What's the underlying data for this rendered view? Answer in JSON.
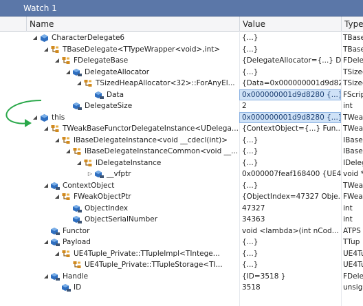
{
  "window": {
    "title": "Watch 1"
  },
  "columns": {
    "name": "Name",
    "value": "Value",
    "type": "Type"
  },
  "rows": [
    {
      "depth": 0,
      "expander": "expanded",
      "icon": "variable-icon",
      "name": "CharacterDelegate6",
      "value": "{...}",
      "type": "TBase"
    },
    {
      "depth": 1,
      "expander": "expanded",
      "icon": "base-class-icon",
      "name": "TBaseDelegate<TTypeWrapper<void>,int>",
      "value": "{...}",
      "type": "TBase"
    },
    {
      "depth": 2,
      "expander": "expanded",
      "icon": "base-class-icon",
      "name": "FDelegateBase",
      "value": "{DelegateAllocator={...} Deleg",
      "type": "FDele"
    },
    {
      "depth": 3,
      "expander": "expanded",
      "icon": "field-icon",
      "name": "DelegateAllocator",
      "value": "{...}",
      "type": "TSized"
    },
    {
      "depth": 4,
      "expander": "expanded",
      "icon": "base-class-icon",
      "name": "TSizedHeapAllocator<32>::ForAnyEl...",
      "value": "{Data=0x000000001d9d82...",
      "type": "TSized"
    },
    {
      "depth": 5,
      "expander": "none",
      "icon": "field-icon",
      "name": "Data",
      "value": "0x000000001d9d8280 {...}",
      "type": "FScript",
      "selected": true
    },
    {
      "depth": 3,
      "expander": "none",
      "icon": "field-icon",
      "name": "DelegateSize",
      "value": "2",
      "type": "int"
    },
    {
      "depth": 0,
      "expander": "expanded",
      "icon": "variable-icon",
      "name": "this",
      "value": "0x000000001d9d8280 {...}",
      "type": "TWea",
      "selected": true
    },
    {
      "depth": 1,
      "expander": "expanded",
      "icon": "base-class-icon",
      "name": "TWeakBaseFunctorDelegateInstance<UDelega...",
      "value": "{ContextObject={...} Fun...",
      "type": "TWea"
    },
    {
      "depth": 2,
      "expander": "expanded",
      "icon": "base-class-icon",
      "name": "IBaseDelegateInstance<void __cdecl(int)>",
      "value": "{...}",
      "type": "IBaseI"
    },
    {
      "depth": 3,
      "expander": "expanded",
      "icon": "base-class-icon",
      "name": "IBaseDelegateInstanceCommon<void __...",
      "value": "{...}",
      "type": "IBaseI"
    },
    {
      "depth": 4,
      "expander": "expanded",
      "icon": "base-class-icon",
      "name": "IDelegateInstance",
      "value": "{...}",
      "type": "IDeleg"
    },
    {
      "depth": 5,
      "expander": "collapsed",
      "icon": "field-icon",
      "name": "__vfptr",
      "value": "0x000007feaf168400 {UE4...",
      "type": "void *"
    },
    {
      "depth": 1,
      "expander": "expanded",
      "icon": "field-icon",
      "name": "ContextObject",
      "value": "{...}",
      "type": "TWea"
    },
    {
      "depth": 2,
      "expander": "expanded",
      "icon": "base-class-icon",
      "name": "FWeakObjectPtr",
      "value": "{ObjectIndex=47327 Obje...",
      "type": "FWea"
    },
    {
      "depth": 3,
      "expander": "none",
      "icon": "field-icon",
      "name": "ObjectIndex",
      "value": "47327",
      "type": "int"
    },
    {
      "depth": 3,
      "expander": "none",
      "icon": "field-icon",
      "name": "ObjectSerialNumber",
      "value": "34363",
      "type": "int"
    },
    {
      "depth": 1,
      "expander": "none",
      "icon": "field-icon",
      "name": "Functor",
      "value": "void <lambda>(int nCod...",
      "type": "ATPS"
    },
    {
      "depth": 1,
      "expander": "expanded",
      "icon": "field-icon",
      "name": "Payload",
      "value": "{...}",
      "type": "TTup"
    },
    {
      "depth": 2,
      "expander": "expanded",
      "icon": "base-class-icon",
      "name": "UE4Tuple_Private::TTupleImpl<TIntege...",
      "value": "{...}",
      "type": "UE4Tu"
    },
    {
      "depth": 3,
      "expander": "none",
      "icon": "base-class-icon",
      "name": "UE4Tuple_Private::TTupleStorage<TI...",
      "value": "{...}",
      "type": "UE4Tu"
    },
    {
      "depth": 1,
      "expander": "expanded",
      "icon": "field-icon",
      "name": "Handle",
      "value": "{ID=3518 }",
      "type": "FDele"
    },
    {
      "depth": 2,
      "expander": "none",
      "icon": "field-icon",
      "name": "ID",
      "value": "3518",
      "type": "unsig"
    }
  ],
  "colors": {
    "title_bar": "#5b77a8",
    "selection": "#cfe2f7",
    "annotation_arrow": "#2aa84a"
  }
}
